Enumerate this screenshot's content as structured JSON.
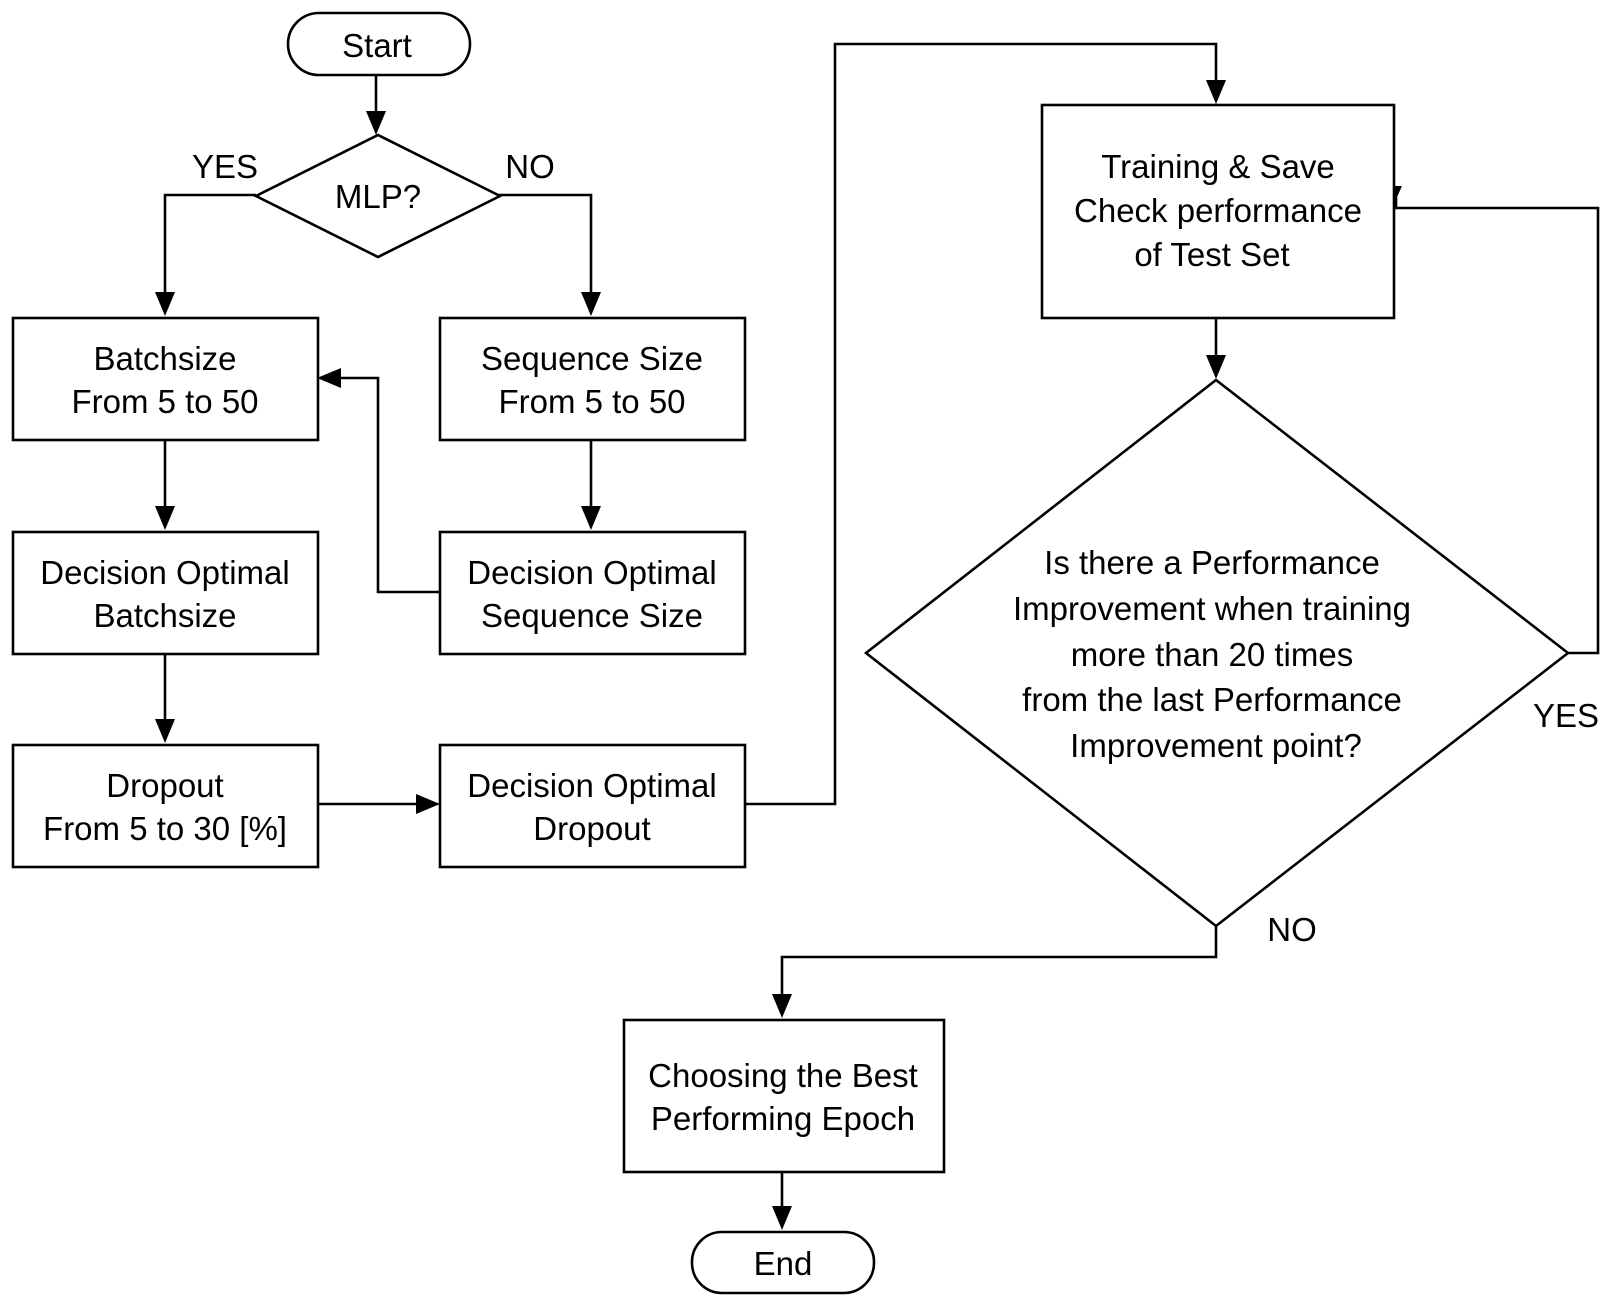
{
  "nodes": {
    "start": {
      "lines": [
        "Start"
      ]
    },
    "mlp_decision": {
      "lines": [
        "MLP?"
      ]
    },
    "batchsize": {
      "lines": [
        "Batchsize",
        "From 5 to 50"
      ]
    },
    "sequence_size": {
      "lines": [
        "Sequence Size",
        "From 5 to 50"
      ]
    },
    "decision_batchsize": {
      "lines": [
        "Decision Optimal",
        "Batchsize"
      ]
    },
    "decision_sequence": {
      "lines": [
        "Decision Optimal",
        "Sequence Size"
      ]
    },
    "dropout": {
      "lines": [
        "Dropout",
        "From 5 to 30 [%]"
      ]
    },
    "decision_dropout": {
      "lines": [
        "Decision Optimal",
        "Dropout"
      ]
    },
    "training": {
      "lines": [
        "Training & Save",
        "Check performance",
        "of Test Set"
      ]
    },
    "improvement_decision": {
      "lines": [
        "Is there a Performance",
        "Improvement when training",
        "more than 20 times",
        "from the last Performance",
        "Improvement point?"
      ]
    },
    "choosing": {
      "lines": [
        "Choosing the Best",
        "Performing Epoch"
      ]
    },
    "end": {
      "lines": [
        "End"
      ]
    }
  },
  "branch_labels": {
    "mlp_yes": "YES",
    "mlp_no": "NO",
    "improvement_yes": "YES",
    "improvement_no": "NO"
  }
}
